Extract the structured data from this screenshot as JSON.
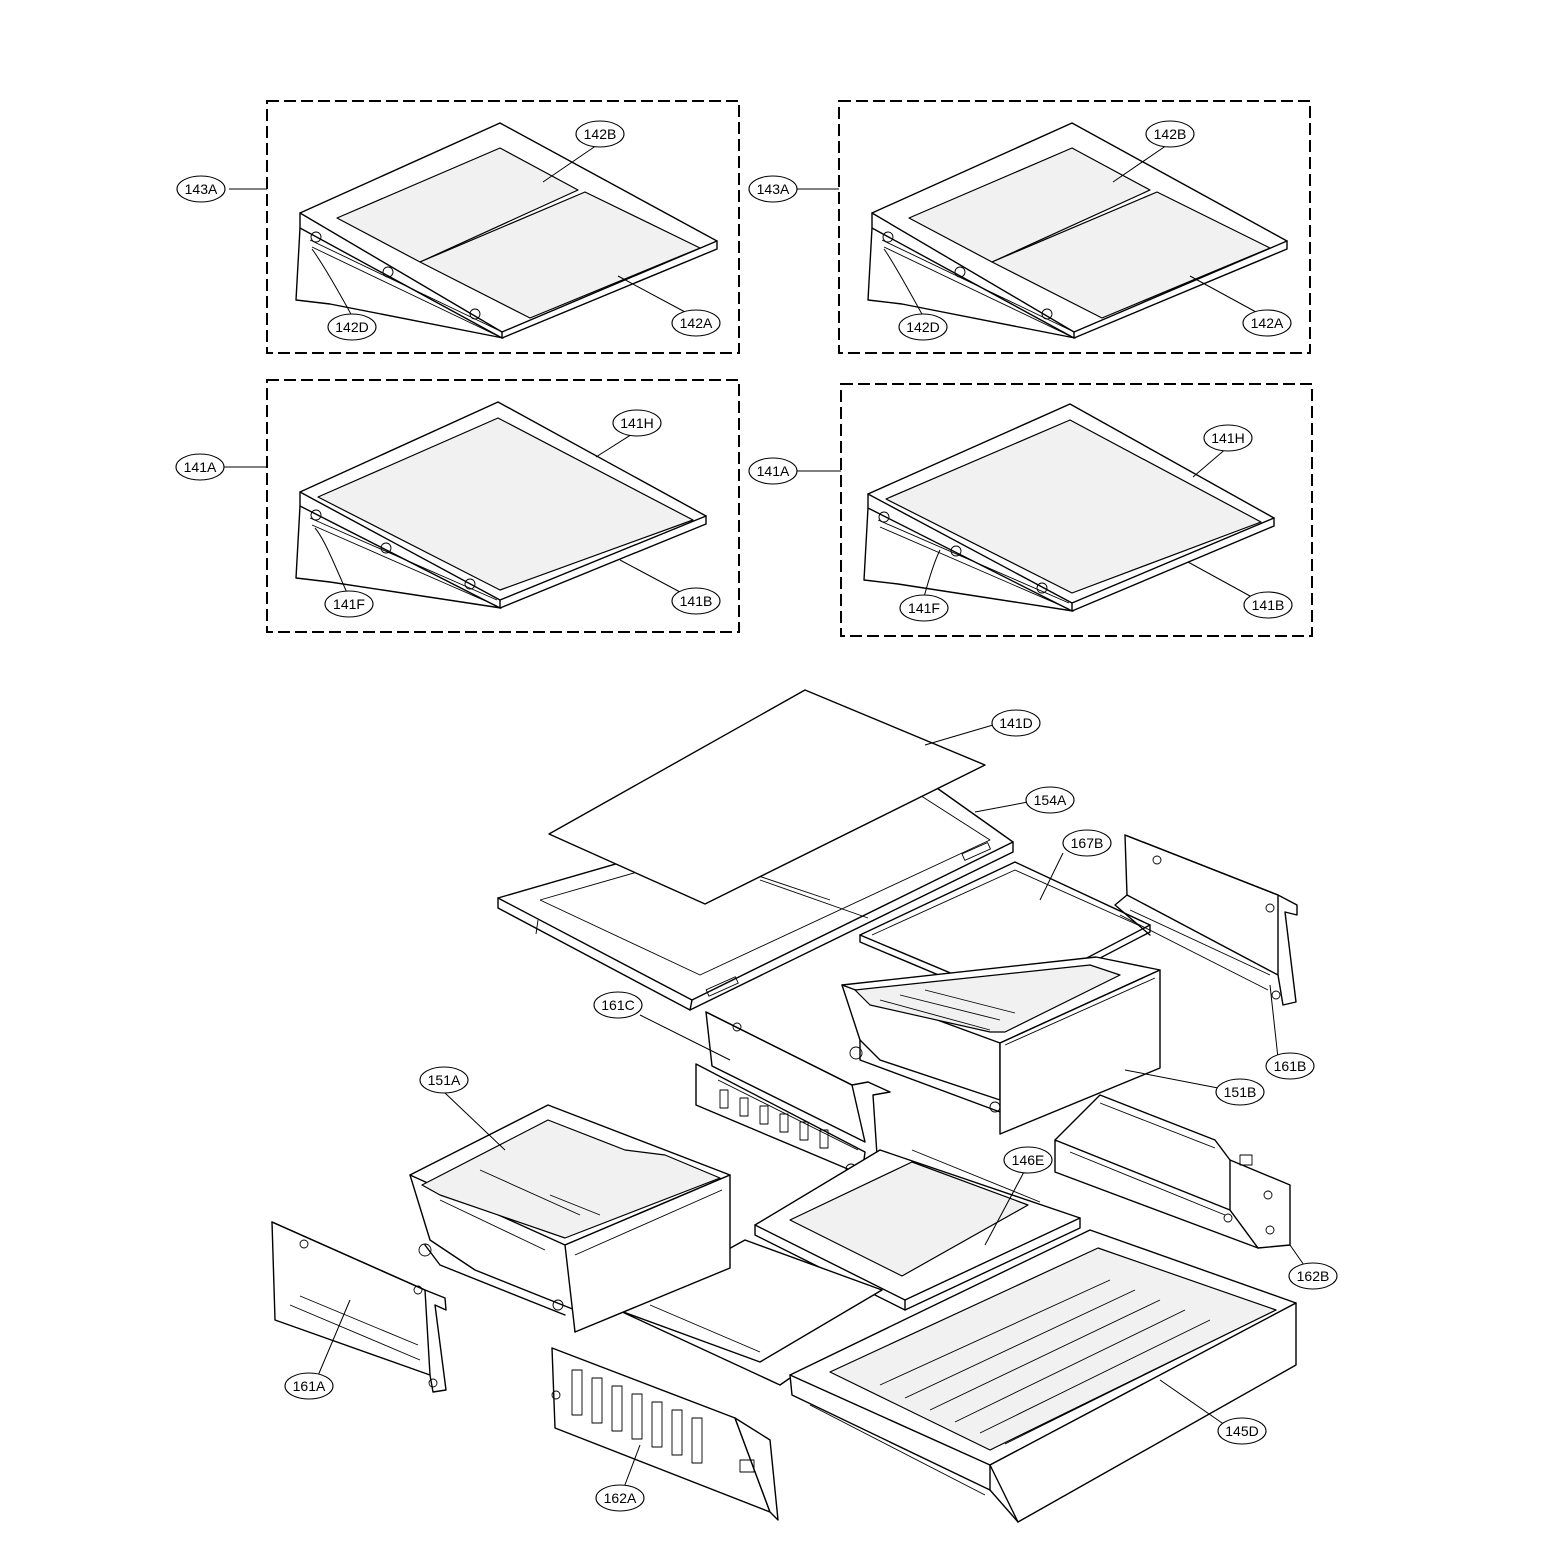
{
  "callouts": {
    "shelf_set_left_top": {
      "assembly": "143A",
      "glass_rear": "142B",
      "glass_front": "142A",
      "frame": "142D"
    },
    "shelf_set_right_top": {
      "assembly": "143A",
      "glass_rear": "142B",
      "glass_front": "142A",
      "frame": "142D"
    },
    "shelf_left_bottom": {
      "assembly": "141A",
      "glass": "141H",
      "frame_front": "141B",
      "bracket": "141F"
    },
    "shelf_right_bottom": {
      "assembly": "141A",
      "glass": "141H",
      "frame_front": "141B",
      "bracket": "141F"
    },
    "crisper_assembly": {
      "cover_glass": "141D",
      "cover_frame": "154A",
      "drawer_cover_right": "167B",
      "rail_right_top": "161B",
      "drawer_right": "151B",
      "divider_center": "161C",
      "drawer_left": "151A",
      "tray_center": "146E",
      "rail_right_bottom": "162B",
      "rail_left_top": "161A",
      "rail_left_bottom": "162A",
      "tray_bottom": "145D"
    }
  }
}
